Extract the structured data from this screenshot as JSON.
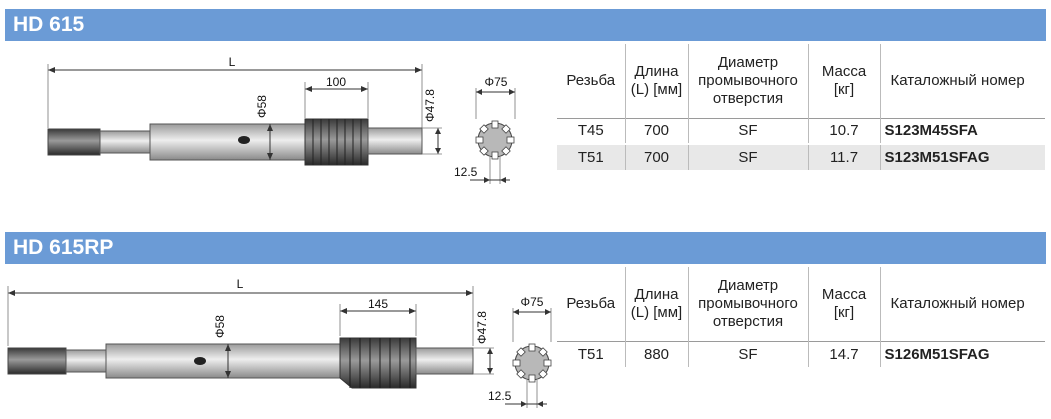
{
  "sections": [
    {
      "title": "HD 615",
      "drawing": {
        "length_label": "L",
        "spline_length": "100",
        "shank_diameter": "Φ58",
        "spline_diameter": "Φ47.8",
        "end_diameter": "Φ75",
        "key_width": "12.5"
      },
      "table": {
        "headers": [
          "Резьба",
          "Длина (L) [мм]",
          "Диаметр промывочного отверстия",
          "Масса [кг]",
          "Каталожный номер"
        ],
        "rows": [
          [
            "T45",
            "700",
            "SF",
            "10.7",
            "S123M45SFA"
          ],
          [
            "T51",
            "700",
            "SF",
            "11.7",
            "S123M51SFAG"
          ]
        ]
      }
    },
    {
      "title": "HD 615RP",
      "drawing": {
        "length_label": "L",
        "spline_length": "145",
        "shank_diameter": "Φ58",
        "spline_diameter": "Φ47.8",
        "end_diameter": "Φ75",
        "key_width": "12.5"
      },
      "table": {
        "headers": [
          "Резьба",
          "Длина (L) [мм]",
          "Диаметр промывочного отверстия",
          "Масса [кг]",
          "Каталожный номер"
        ],
        "rows": [
          [
            "T51",
            "880",
            "SF",
            "14.7",
            "S126M51SFAG"
          ]
        ]
      }
    }
  ],
  "colors": {
    "header_bar": "#6b9bd6",
    "alt_row": "#e8e8e8",
    "shank_body": "#c8c8c8",
    "spline": "#6b6b6b"
  },
  "icons": [
    "shank-adapter-drawing",
    "spline-end-view-drawing"
  ]
}
